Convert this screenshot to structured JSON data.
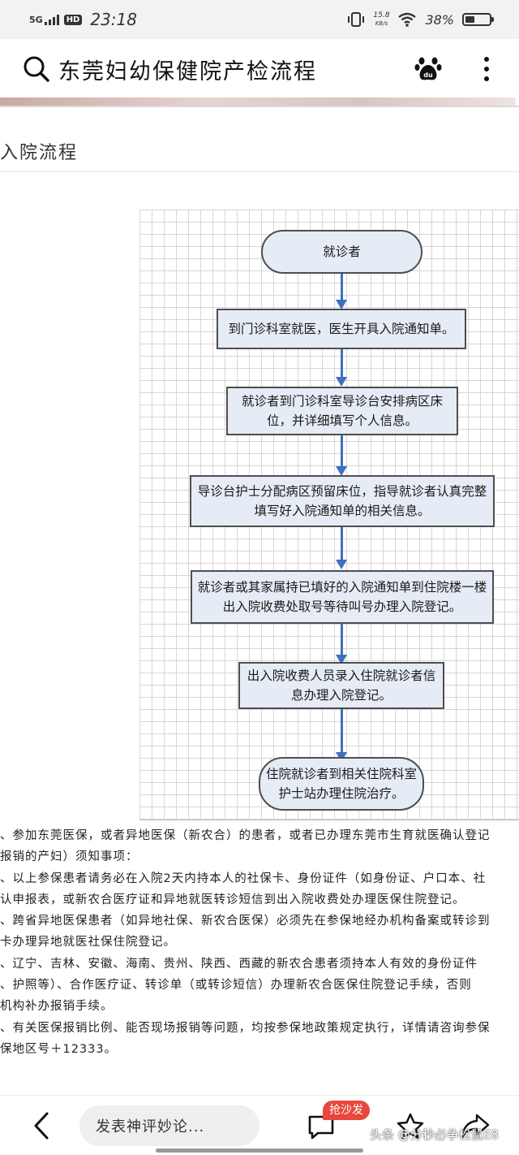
{
  "status_bar": {
    "network": "5G",
    "hd": "HD",
    "time": "23:18",
    "speed_value": "15.8",
    "speed_unit": "KB/s",
    "battery_pct": "38%",
    "battery_level": 0.38
  },
  "header": {
    "title": "东莞妇幼保健院产检流程"
  },
  "section": {
    "title": "入院流程"
  },
  "flow": {
    "nodes": [
      "就诊者",
      "到门诊科室就医，医生开具入院通知单。",
      "就诊者到门诊科室导诊台安排病区床位，并详细填写个人信息。",
      "导诊台护士分配病区预留床位，指导就诊者认真完整填写好入院通知单的相关信息。",
      "就诊者或其家属持已填好的入院通知单到住院楼一楼出入院收费处取号等待叫号办理入院登记。",
      "出入院收费人员录入住院就诊者信息办理入院登记。",
      "住院就诊者到相关住院科室护士站办理住院治疗。"
    ],
    "arrow_color": "#3f6fbf",
    "node_fill": "#e6ecf5"
  },
  "notes": [
    "、参加东莞医保，或者异地医保（新农合）的患者，或者已办理东莞市生育就医确认登记",
    "报销的产妇）须知事项：",
    "、以上参保患者请务必在入院2天内持本人的社保卡、身份证件（如身份证、户口本、社",
    "认申报表，或新农合医疗证和异地就医转诊短信到出入院收费处办理医保住院登记。",
    "、跨省异地医保患者（如异地社保、新农合医保）必须先在参保地经办机构备案或转诊到",
    "卡办理异地就医社保住院登记。",
    "、辽宁、吉林、安徽、海南、贵州、陕西、西藏的新农合患者须持本人有效的身份证件",
    "、护照等）、合作医疗证、转诊单（或转诊短信）办理新农合医保住院登记手续，否则",
    "机构补办报销手续。",
    "、有关医保报销比例、能否现场报销等问题，均按参保地政策规定执行，详情请咨询参保",
    "保地区号＋12333。"
  ],
  "bottom_bar": {
    "comment_placeholder": "发表神评妙论...",
    "hot_badge": "抢沙发",
    "watermark": "头条 @分秒必争松鼠E8"
  }
}
